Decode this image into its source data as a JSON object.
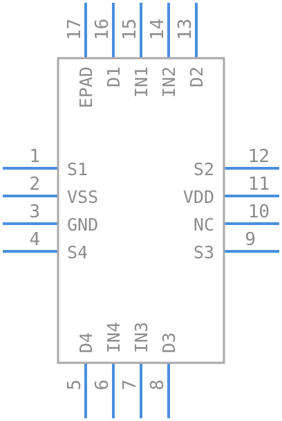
{
  "component": {
    "pins_left": [
      {
        "number": "1",
        "name": "S1"
      },
      {
        "number": "2",
        "name": "VSS"
      },
      {
        "number": "3",
        "name": "GND"
      },
      {
        "number": "4",
        "name": "S4"
      }
    ],
    "pins_right": [
      {
        "number": "12",
        "name": "S2"
      },
      {
        "number": "11",
        "name": "VDD"
      },
      {
        "number": "10",
        "name": "NC"
      },
      {
        "number": "9",
        "name": "S3"
      }
    ],
    "pins_top": [
      {
        "number": "17",
        "name": "EPAD"
      },
      {
        "number": "16",
        "name": "D1"
      },
      {
        "number": "15",
        "name": "IN1"
      },
      {
        "number": "14",
        "name": "IN2"
      },
      {
        "number": "13",
        "name": "D2"
      }
    ],
    "pins_bottom": [
      {
        "number": "5",
        "name": "D4"
      },
      {
        "number": "6",
        "name": "IN4"
      },
      {
        "number": "7",
        "name": "IN3"
      },
      {
        "number": "8",
        "name": "D3"
      }
    ],
    "colors": {
      "pin_line": "#4a8fde",
      "body_outline": "#a9a9a9",
      "text": "#8c8c8c"
    }
  }
}
